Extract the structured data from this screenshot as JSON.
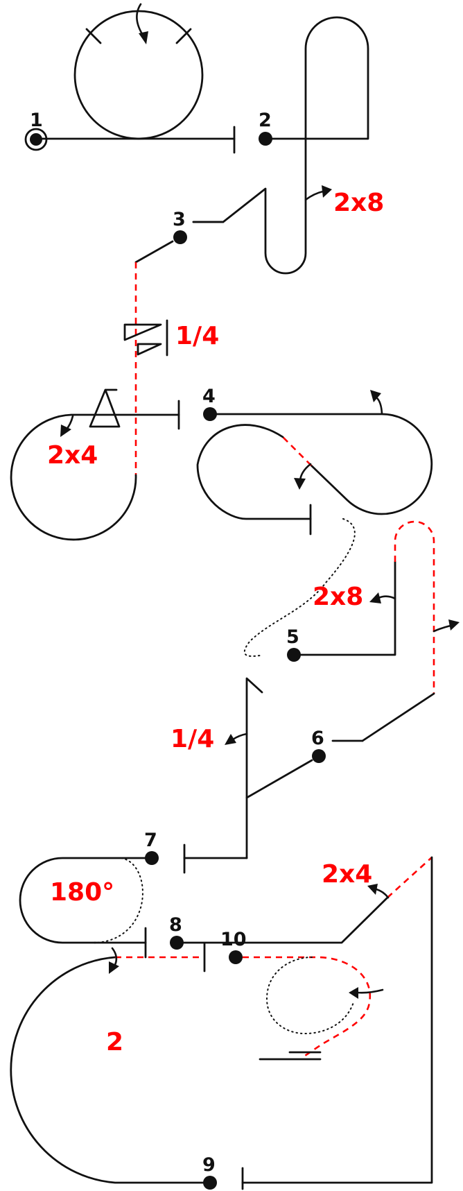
{
  "diagram": {
    "figures": [
      {
        "number": "1"
      },
      {
        "number": "2"
      },
      {
        "number": "3"
      },
      {
        "number": "4"
      },
      {
        "number": "5"
      },
      {
        "number": "6"
      },
      {
        "number": "7"
      },
      {
        "number": "8"
      },
      {
        "number": "9"
      },
      {
        "number": "10"
      }
    ],
    "annotations": [
      {
        "text": "2x8"
      },
      {
        "text": "1/4"
      },
      {
        "text": "2x4"
      },
      {
        "text": "2x8"
      },
      {
        "text": "1/4"
      },
      {
        "text": "180°"
      },
      {
        "text": "2x4"
      },
      {
        "text": "2"
      }
    ],
    "colors": {
      "line": "#111111",
      "accent": "#ff0000"
    }
  }
}
